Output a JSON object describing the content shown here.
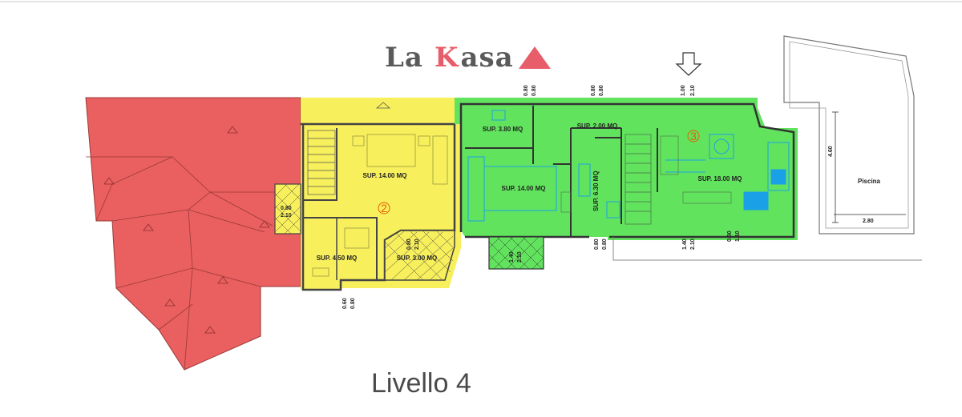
{
  "brand": {
    "part1": "La",
    "part2": "K",
    "part3": "asa"
  },
  "caption": "Livello 4",
  "units": {
    "unit2": "2",
    "unit3": "3"
  },
  "rooms": {
    "y_bed": "SUP. 14.00 MQ",
    "y_bath": "SUP. 4.50 MQ",
    "y_balcony": "SUP. 3.00 MQ",
    "g_bath": "SUP. 3.80 MQ",
    "g_bed": "SUP. 14.00 MQ",
    "g_hall": "SUP. 2.00 MQ",
    "g_room": "SUP. 6.30 MQ",
    "g_living": "SUP. 18.00 MQ",
    "pool": "Piscina"
  },
  "dims": {
    "d1a": "0.80",
    "d1b": "2.10",
    "d2a": "0.80",
    "d2b": "2.10",
    "d3a": "0.80",
    "d3b": "0.80",
    "d4a": "0.80",
    "d4b": "0.80",
    "d5a": "1.00",
    "d5b": "2.10",
    "d6a": "1.40",
    "d6b": "2.10",
    "d7a": "0.80",
    "d7b": "0.80",
    "d8a": "1.40",
    "d8b": "2.10",
    "d9a": "0.30",
    "d9b": "1.10",
    "d10a": "0.60",
    "d10b": "0.80",
    "pool_h": "4.60",
    "pool_w": "2.80"
  },
  "colors": {
    "red": "#e85e5e",
    "yellow": "#f7ef5c",
    "green": "#62e35e",
    "accent": "#e85d6a",
    "equip": "#1aa0e6"
  },
  "icons": {
    "entry": "down-arrow-icon"
  }
}
